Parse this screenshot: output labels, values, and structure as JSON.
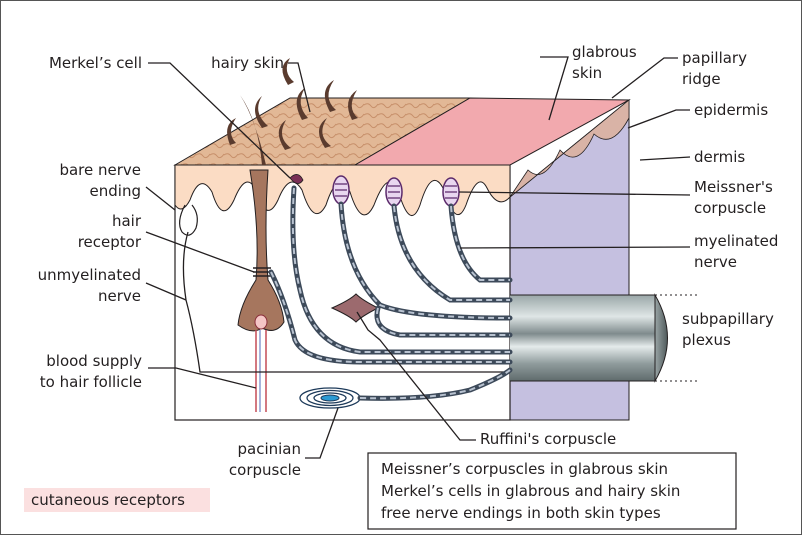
{
  "labels": {
    "merkels_cell": "Merkel’s cell",
    "hairy_skin": "hairy skin",
    "glabrous_skin_1": "glabrous",
    "glabrous_skin_2": "skin",
    "papillary_ridge_1": "papillary",
    "papillary_ridge_2": "ridge",
    "epidermis": "epidermis",
    "dermis": "dermis",
    "bare_nerve_ending_1": "bare nerve",
    "bare_nerve_ending_2": "ending",
    "hair_receptor_1": "hair",
    "hair_receptor_2": "receptor",
    "unmyelinated_nerve_1": "unmyelinated",
    "unmyelinated_nerve_2": "nerve",
    "blood_supply_1": "blood supply",
    "blood_supply_2": "to hair follicle",
    "meissner_1": "Meissner's",
    "meissner_2": "corpuscle",
    "myelinated_1": "myelinated",
    "myelinated_2": "nerve",
    "subpapillary_1": "subpapillary",
    "subpapillary_2": "plexus",
    "ruffini": "Ruffini's corpuscle",
    "pacinian_1": "pacinian",
    "pacinian_2": "corpuscle"
  },
  "note": {
    "line1": "Meissner’s corpuscles in glabrous skin",
    "line2": "Merkel’s cells in glabrous and hairy skin",
    "line3": "free nerve endings in both skin types"
  },
  "caption": "cutaneous receptors",
  "colors": {
    "hairy_top": "#e2b896",
    "glabrous_top": "#f2a9ae",
    "epidermis_front": "#fbdcc4",
    "dermis_side": "#c5c0e0",
    "caption_bg": "#fbe0e0",
    "nerve": "#3d4a5a"
  }
}
